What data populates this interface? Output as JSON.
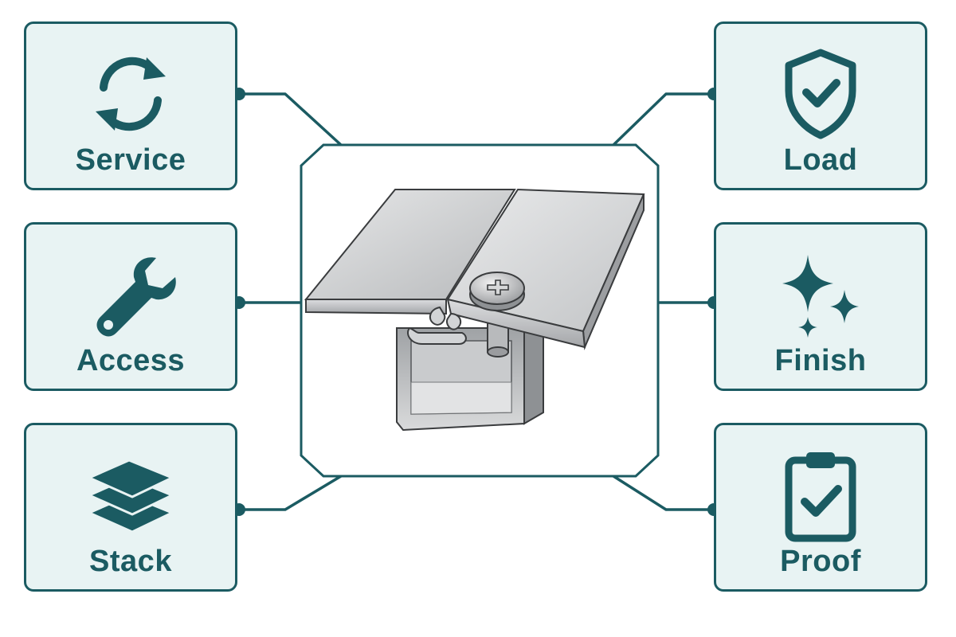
{
  "colors": {
    "accent": "#1b5b62",
    "card_fill": "#e8f3f3",
    "background": "#ffffff",
    "metal": "#c9cbcd"
  },
  "center": {
    "illustration": "sheet-metal-seam-joint-with-screw"
  },
  "cards": [
    {
      "id": "service",
      "label": "Service",
      "icon": "refresh-icon",
      "side": "left"
    },
    {
      "id": "access",
      "label": "Access",
      "icon": "wrench-icon",
      "side": "left"
    },
    {
      "id": "stack",
      "label": "Stack",
      "icon": "layers-icon",
      "side": "left"
    },
    {
      "id": "load",
      "label": "Load",
      "icon": "shield-check-icon",
      "side": "right"
    },
    {
      "id": "finish",
      "label": "Finish",
      "icon": "sparkles-icon",
      "side": "right"
    },
    {
      "id": "proof",
      "label": "Proof",
      "icon": "clipboard-check-icon",
      "side": "right"
    }
  ]
}
